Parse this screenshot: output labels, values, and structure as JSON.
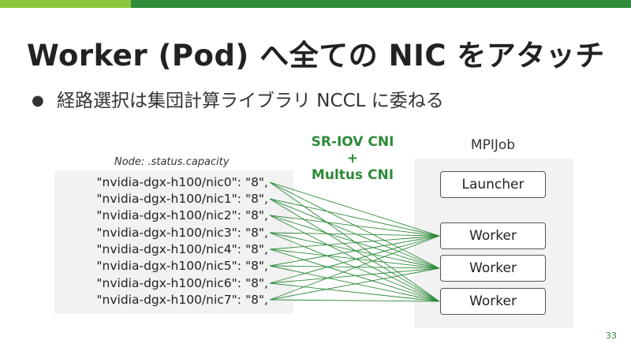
{
  "title": "Worker (Pod) へ全ての NIC をアタッチ",
  "bullet": {
    "marker": "●",
    "text": "経路選択は集団計算ライブラリ NCCL に委ねる"
  },
  "node": {
    "caption": "Node: .status.capacity",
    "nics": [
      "\"nvidia-dgx-h100/nic0\": \"8\",",
      "\"nvidia-dgx-h100/nic1\": \"8\",",
      "\"nvidia-dgx-h100/nic2\": \"8\",",
      "\"nvidia-dgx-h100/nic3\": \"8\",",
      "\"nvidia-dgx-h100/nic4\": \"8\",",
      "\"nvidia-dgx-h100/nic5\": \"8\",",
      "\"nvidia-dgx-h100/nic6\": \"8\",",
      "\"nvidia-dgx-h100/nic7\": \"8\","
    ]
  },
  "cni": {
    "line1": "SR-IOV CNI",
    "line2": "+",
    "line3": "Multus CNI"
  },
  "mpijob": {
    "title": "MPIJob",
    "launcher": "Launcher",
    "workers": [
      "Worker",
      "Worker",
      "Worker"
    ]
  },
  "colors": {
    "accent_green": "#2e8b3a",
    "light_green": "#8cc63f",
    "box_gray": "#f2f2f2"
  },
  "page_number": "33"
}
